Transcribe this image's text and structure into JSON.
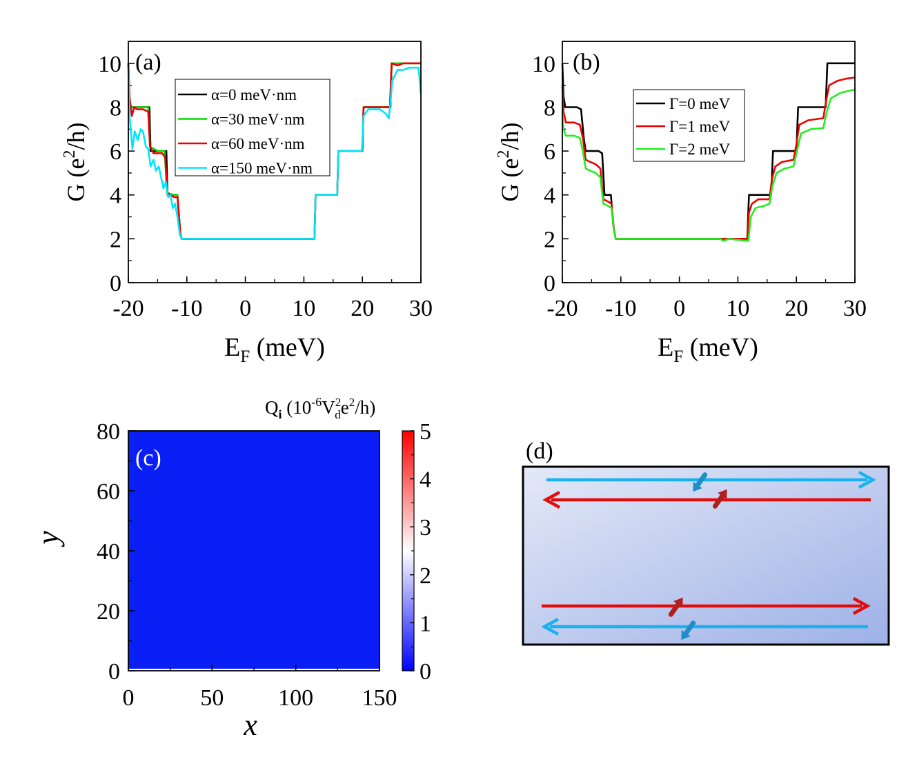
{
  "chart_data": [
    {
      "panel": "(a)",
      "type": "line",
      "xlabel_main": "E",
      "xlabel_sub": "F",
      "xlabel_rest": " (meV)",
      "ylabel_pre": "G (e",
      "ylabel_sup": "2",
      "ylabel_post": "/h)",
      "xlim": [
        -20,
        30
      ],
      "ylim": [
        0,
        11
      ],
      "xticks": [
        "-20",
        "-10",
        "0",
        "10",
        "20",
        "30"
      ],
      "xtick_values": [
        -20,
        -10,
        0,
        10,
        20,
        30
      ],
      "yticks": [
        "0",
        "2",
        "4",
        "6",
        "8",
        "10"
      ],
      "ytick_values": [
        0,
        2,
        4,
        6,
        8,
        10
      ],
      "series": [
        {
          "name": "α=0 meV·nm",
          "color": "#000000",
          "x": [
            -20,
            -19.8,
            -19.5,
            -16.4,
            -16.2,
            -13.5,
            -13.3,
            -12,
            -11.6,
            -11.1,
            -10.9,
            11.8,
            12,
            15.7,
            15.9,
            20,
            20.2,
            24.8,
            25,
            30
          ],
          "y": [
            10,
            8.3,
            8,
            8,
            6,
            6,
            4,
            4,
            4,
            2.2,
            2,
            2,
            4,
            4,
            6,
            6,
            8,
            8,
            10,
            10
          ]
        },
        {
          "name": "α=30 meV·nm",
          "color": "#00dd00",
          "x": [
            -20,
            -19.8,
            -19.5,
            -18,
            -16.6,
            -16.3,
            -15,
            -13.8,
            -13.4,
            -12.3,
            -11.6,
            -11.1,
            -10.9,
            11.8,
            12,
            15.7,
            15.9,
            20,
            20.2,
            24.7,
            25,
            30
          ],
          "y": [
            10,
            8.3,
            8,
            8,
            8,
            6.2,
            6,
            6,
            4.1,
            4,
            4,
            2.2,
            2,
            2,
            4,
            4,
            6,
            6,
            8,
            8,
            10,
            10
          ]
        },
        {
          "name": "α=60 meV·nm",
          "color": "#ee0000",
          "x": [
            -20,
            -19.8,
            -19.4,
            -19,
            -18.5,
            -17.5,
            -16.6,
            -16.3,
            -15.7,
            -15,
            -14.2,
            -13.7,
            -13.3,
            -12.8,
            -12.2,
            -11.6,
            -11.1,
            -10.9,
            11.8,
            12,
            15.7,
            15.9,
            20,
            20.2,
            24.7,
            25,
            26,
            27,
            28,
            29,
            30
          ],
          "y": [
            10,
            8.5,
            7.6,
            8,
            7.9,
            7.9,
            7.8,
            6.2,
            5.9,
            5.9,
            5.9,
            5.7,
            4.1,
            4.0,
            3.9,
            3.9,
            2.2,
            2,
            2,
            4,
            4,
            6,
            6,
            8,
            8,
            10,
            9.9,
            10,
            10,
            10,
            10
          ]
        },
        {
          "name": "α=150 meV·nm",
          "color": "#00e5ff",
          "x": [
            -20,
            -19.8,
            -19.3,
            -18.9,
            -18.4,
            -17.9,
            -17.5,
            -17.0,
            -16.6,
            -16.2,
            -15.7,
            -15.3,
            -14.8,
            -14.4,
            -14.0,
            -13.6,
            -13.2,
            -12.8,
            -12.4,
            -12.0,
            -11.6,
            -11.2,
            -10.9,
            11.8,
            12,
            15.7,
            15.9,
            19.9,
            20.2,
            21,
            22,
            23,
            24,
            24.5,
            24.8,
            25.1,
            26,
            27,
            28,
            29,
            29.6,
            30
          ],
          "y": [
            9.8,
            7.6,
            6.1,
            6.9,
            6.5,
            7.0,
            6.9,
            6.2,
            6.1,
            5.3,
            5.6,
            5.1,
            5.3,
            4.8,
            4.3,
            4.6,
            3.9,
            4.0,
            3.4,
            3.6,
            3.0,
            2.2,
            2,
            2,
            4,
            4,
            6,
            6.0,
            7.6,
            7.9,
            7.9,
            7.9,
            7.7,
            7.5,
            8.2,
            9.2,
            9.7,
            9.7,
            9.8,
            9.8,
            9.8,
            8.6
          ]
        }
      ]
    },
    {
      "panel": "(b)",
      "type": "line",
      "xlabel_main": "E",
      "xlabel_sub": "F",
      "xlabel_rest": " (meV)",
      "ylabel_pre": "G (e",
      "ylabel_sup": "2",
      "ylabel_post": "/h)",
      "xlim": [
        -20,
        30
      ],
      "ylim": [
        0,
        11
      ],
      "xticks": [
        "-20",
        "-10",
        "0",
        "10",
        "20",
        "30"
      ],
      "xtick_values": [
        -20,
        -10,
        0,
        10,
        20,
        30
      ],
      "yticks": [
        "0",
        "2",
        "4",
        "6",
        "8",
        "10"
      ],
      "ytick_values": [
        0,
        2,
        4,
        6,
        8,
        10
      ],
      "series": [
        {
          "name": "Γ=0 meV",
          "color": "#000000",
          "x": [
            -20,
            -19.8,
            -19.5,
            -17.5,
            -16.8,
            -16.3,
            -16.0,
            -13.8,
            -13.2,
            -12.8,
            -11.7,
            -11.3,
            -10.9,
            11.6,
            11.9,
            15.7,
            16.0,
            20.0,
            20.3,
            25.0,
            25.3,
            30
          ],
          "y": [
            10,
            8.5,
            8,
            8,
            7.9,
            6.5,
            6,
            6,
            5.9,
            4.0,
            4,
            2.6,
            2,
            2,
            4,
            4,
            6,
            6,
            8,
            8,
            10,
            10
          ]
        },
        {
          "name": "Γ=1 meV",
          "color": "#ee0000",
          "x": [
            -20,
            -19.8,
            -19.4,
            -18,
            -17,
            -16.5,
            -16.0,
            -15.2,
            -14.3,
            -13.5,
            -13.0,
            -12.2,
            -11.6,
            -11.2,
            -10.9,
            11.6,
            11.9,
            12.4,
            13.5,
            15.4,
            15.8,
            16.4,
            17.5,
            19.5,
            20.0,
            20.5,
            22,
            24.6,
            25.1,
            25.6,
            27,
            28.5,
            30
          ],
          "y": [
            9.0,
            7.8,
            7.3,
            7.3,
            7.2,
            6.6,
            5.6,
            5.5,
            5.4,
            5.2,
            3.8,
            3.7,
            3.6,
            2.5,
            2,
            2,
            3.2,
            3.6,
            3.8,
            3.8,
            4.7,
            5.3,
            5.5,
            5.6,
            6.3,
            7.2,
            7.4,
            7.5,
            8.3,
            9.0,
            9.2,
            9.3,
            9.35
          ]
        },
        {
          "name": "Γ=2 meV",
          "color": "#22ee22",
          "x": [
            -20,
            -19.8,
            -19.4,
            -18,
            -17,
            -16.5,
            -16.0,
            -15.2,
            -14.3,
            -13.5,
            -13.0,
            -12.2,
            -11.6,
            -11.2,
            -10.9,
            7.0,
            7.5,
            8.5,
            10,
            11.8,
            12.2,
            13.0,
            14.5,
            15.4,
            15.9,
            16.6,
            18,
            19.5,
            20.1,
            20.8,
            22.5,
            24.6,
            25.2,
            25.9,
            27.5,
            29,
            30
          ],
          "y": [
            7.8,
            7.0,
            6.7,
            6.7,
            6.6,
            6.0,
            5.2,
            5.1,
            5.0,
            4.8,
            3.6,
            3.5,
            3.4,
            2.4,
            2,
            2,
            1.9,
            2.0,
            1.95,
            1.9,
            3.0,
            3.4,
            3.5,
            3.6,
            4.4,
            5.0,
            5.2,
            5.3,
            6.0,
            6.8,
            7.0,
            7.05,
            7.8,
            8.4,
            8.65,
            8.75,
            8.8
          ]
        }
      ]
    },
    {
      "panel": "(c)",
      "type": "heatmap",
      "xlabel": "x",
      "ylabel": "y",
      "xlim": [
        0,
        150
      ],
      "ylim": [
        0,
        80
      ],
      "xticks": [
        "0",
        "50",
        "100",
        "150"
      ],
      "xtick_values": [
        0,
        50,
        100,
        150
      ],
      "yticks": [
        "0",
        "20",
        "40",
        "60",
        "80"
      ],
      "ytick_values": [
        0,
        20,
        40,
        60,
        80
      ],
      "field_value": 0,
      "field_color": "#0a1ff5",
      "colorbar": {
        "title_q": "Q",
        "title_q_sub": "i",
        "title_open": " (10",
        "title_exp": "-6",
        "title_v": "V",
        "title_v_sup": "2",
        "title_v_sub": "d",
        "title_e": "e",
        "title_e_sup": "2",
        "title_close": "/h)",
        "range": [
          0,
          5
        ],
        "ticks": [
          "0",
          "1",
          "2",
          "3",
          "4",
          "5"
        ],
        "tick_values": [
          0,
          1,
          2,
          3,
          4,
          5
        ],
        "color_low": "#0000ff",
        "color_mid": "#ffffff",
        "color_high": "#ff0000"
      }
    },
    {
      "panel": "(d)",
      "type": "schematic",
      "arrow_blue": "#19b2ee",
      "arrow_red": "#e50b0b",
      "spin_blue": "#1e8fc6",
      "spin_red": "#b01e1e",
      "bg_light": "#e4e9f7",
      "bg_dark": "#9eb1e7"
    }
  ]
}
